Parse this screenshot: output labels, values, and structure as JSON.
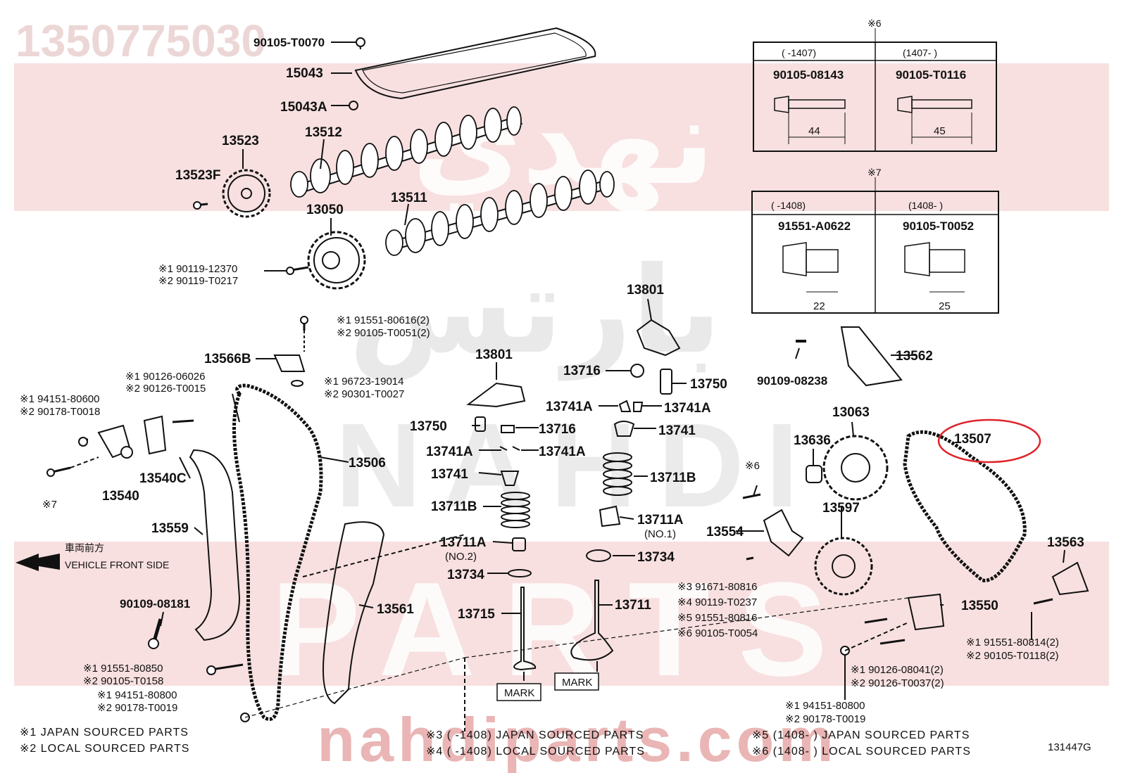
{
  "header": {
    "part_number": "1350775030"
  },
  "watermark": {
    "arabic_top": "نهدي",
    "arabic_mid": "بارتس",
    "latin_mid": "NAHDI",
    "latin_low": "PARTS",
    "url": "nahdiparts.com"
  },
  "colors": {
    "line": "#111111",
    "watermark_band": "#f6d5d5",
    "watermark_text": "#eab5b5",
    "highlight": "#e0242b"
  },
  "callouts": [
    {
      "key": "c1",
      "text": "90105-T0070"
    },
    {
      "key": "c2",
      "text": "15043"
    },
    {
      "key": "c3",
      "text": "15043A"
    },
    {
      "key": "c4",
      "text": "13523"
    },
    {
      "key": "c5",
      "text": "13512"
    },
    {
      "key": "c6",
      "text": "13523F"
    },
    {
      "key": "c7",
      "text": "13511"
    },
    {
      "key": "c8",
      "text": "13050"
    },
    {
      "key": "c9",
      "text": "※1 90119-12370"
    },
    {
      "key": "c10",
      "text": "※2 90119-T0217"
    },
    {
      "key": "c11",
      "text": "※1 91551-80616(2)"
    },
    {
      "key": "c12",
      "text": "※2 90105-T0051(2)"
    },
    {
      "key": "c13",
      "text": "13566B"
    },
    {
      "key": "c14",
      "text": "※1 96723-19014"
    },
    {
      "key": "c15",
      "text": "※2 90301-T0027"
    },
    {
      "key": "c16",
      "text": "※1 90126-06026"
    },
    {
      "key": "c17",
      "text": "※2 90126-T0015"
    },
    {
      "key": "c18",
      "text": "※1 94151-80600"
    },
    {
      "key": "c19",
      "text": "※2 90178-T0018"
    },
    {
      "key": "c20",
      "text": "13506"
    },
    {
      "key": "c21",
      "text": "13540C"
    },
    {
      "key": "c22",
      "text": "13540"
    },
    {
      "key": "c23",
      "text": "※7"
    },
    {
      "key": "c24",
      "text": "13559"
    },
    {
      "key": "c25",
      "text": "13561"
    },
    {
      "key": "c26",
      "text": "90109-08181"
    },
    {
      "key": "c27",
      "text": "※1 91551-80850"
    },
    {
      "key": "c28",
      "text": "※2 90105-T0158"
    },
    {
      "key": "c29",
      "text": "※1 94151-80800"
    },
    {
      "key": "c30",
      "text": "※2 90178-T0019"
    },
    {
      "key": "c31",
      "text": "13801"
    },
    {
      "key": "c32",
      "text": "13750"
    },
    {
      "key": "c33",
      "text": "13716"
    },
    {
      "key": "c34",
      "text": "13741A"
    },
    {
      "key": "c35",
      "text": "13741A"
    },
    {
      "key": "c36",
      "text": "13741"
    },
    {
      "key": "c37",
      "text": "13711B"
    },
    {
      "key": "c38",
      "text": "13711A"
    },
    {
      "key": "c39",
      "text": "(NO.2)"
    },
    {
      "key": "c40",
      "text": "13734"
    },
    {
      "key": "c41",
      "text": "13715"
    },
    {
      "key": "c42",
      "text": "MARK"
    },
    {
      "key": "c43",
      "text": "13801"
    },
    {
      "key": "c44",
      "text": "13716"
    },
    {
      "key": "c45",
      "text": "13750"
    },
    {
      "key": "c46",
      "text": "13741A"
    },
    {
      "key": "c47",
      "text": "13741A"
    },
    {
      "key": "c48",
      "text": "13741"
    },
    {
      "key": "c49",
      "text": "13711B"
    },
    {
      "key": "c50",
      "text": "13711A"
    },
    {
      "key": "c51",
      "text": "(NO.1)"
    },
    {
      "key": "c52",
      "text": "13734"
    },
    {
      "key": "c53",
      "text": "13711"
    },
    {
      "key": "c54",
      "text": "MARK"
    },
    {
      "key": "c55",
      "text": "90109-08238"
    },
    {
      "key": "c56",
      "text": "13562"
    },
    {
      "key": "c57",
      "text": "13063"
    },
    {
      "key": "c58",
      "text": "13636"
    },
    {
      "key": "c59",
      "text": "※6"
    },
    {
      "key": "c60",
      "text": "13507"
    },
    {
      "key": "c61",
      "text": "13554"
    },
    {
      "key": "c62",
      "text": "13597"
    },
    {
      "key": "c63",
      "text": "13563"
    },
    {
      "key": "c64",
      "text": "※3 91671-80816"
    },
    {
      "key": "c65",
      "text": "※4 90119-T0237"
    },
    {
      "key": "c66",
      "text": "※5 91551-80816"
    },
    {
      "key": "c67",
      "text": "※6 90105-T0054"
    },
    {
      "key": "c68",
      "text": "13550"
    },
    {
      "key": "c69",
      "text": "※1 91551-80814(2)"
    },
    {
      "key": "c70",
      "text": "※2 90105-T0118(2)"
    },
    {
      "key": "c71",
      "text": "※1 90126-08041(2)"
    },
    {
      "key": "c72",
      "text": "※2 90126-T0037(2)"
    },
    {
      "key": "c73",
      "text": "※1 94151-80800"
    },
    {
      "key": "c74",
      "text": "※2 90178-T0019"
    }
  ],
  "direction": {
    "jp": "車両前方",
    "en": "VEHICLE FRONT SIDE"
  },
  "table6": {
    "marker": "※6",
    "col1_range": "(     -1407)",
    "col2_range": "(1407-     )",
    "col1_part": "90105-08143",
    "col2_part": "90105-T0116",
    "col1_len": "44",
    "col2_len": "45"
  },
  "table7": {
    "marker": "※7",
    "col1_range": "(     -1408)",
    "col2_range": "(1408-     )",
    "col1_part": "91551-A0622",
    "col2_part": "90105-T0052",
    "col1_len": "22",
    "col2_len": "25"
  },
  "footnotes": {
    "n1": "※1 JAPAN SOURCED PARTS",
    "n2": "※2 LOCAL SOURCED PARTS",
    "n3": "※3 (      -1408) JAPAN SOURCED PARTS",
    "n4": "※4 (      -1408) LOCAL SOURCED PARTS",
    "n5": "※5 (1408-      ) JAPAN SOURCED PARTS",
    "n6": "※6 (1408-      ) LOCAL SOURCED PARTS",
    "figure_id": "131447G"
  }
}
